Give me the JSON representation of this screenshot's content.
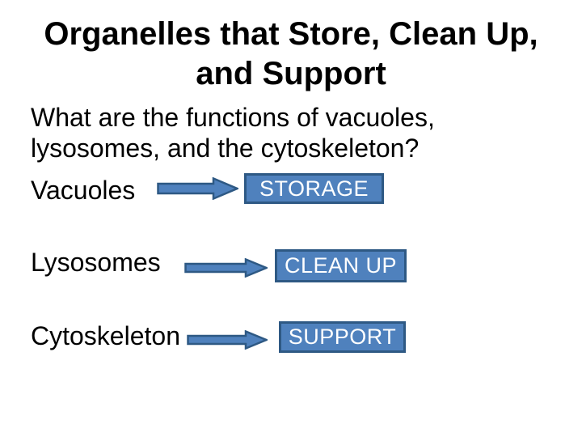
{
  "slide": {
    "title": {
      "line1": "Organelles that Store, Clean Up,",
      "line2": "and Support"
    },
    "question": {
      "line1": "What are the functions of vacuoles,",
      "line2": "lysosomes, and the cytoskeleton?"
    },
    "rows": [
      {
        "label": "Vacuoles",
        "value": "STORAGE"
      },
      {
        "label": "Lysosomes",
        "value": "CLEAN UP"
      },
      {
        "label": "Cytoskeleton",
        "value": "SUPPORT"
      }
    ],
    "icons": [
      {
        "name": "arrow-right-icon"
      },
      {
        "name": "arrow-right-icon"
      },
      {
        "name": "arrow-right-icon"
      }
    ],
    "colors": {
      "background": "#FFFFFF",
      "text": "#000000",
      "box_fill": "#4F81BD",
      "box_border": "#2E5984",
      "box_text": "#FFFFFF",
      "arrow_fill": "#4F81BD",
      "arrow_border": "#2E5984"
    }
  }
}
